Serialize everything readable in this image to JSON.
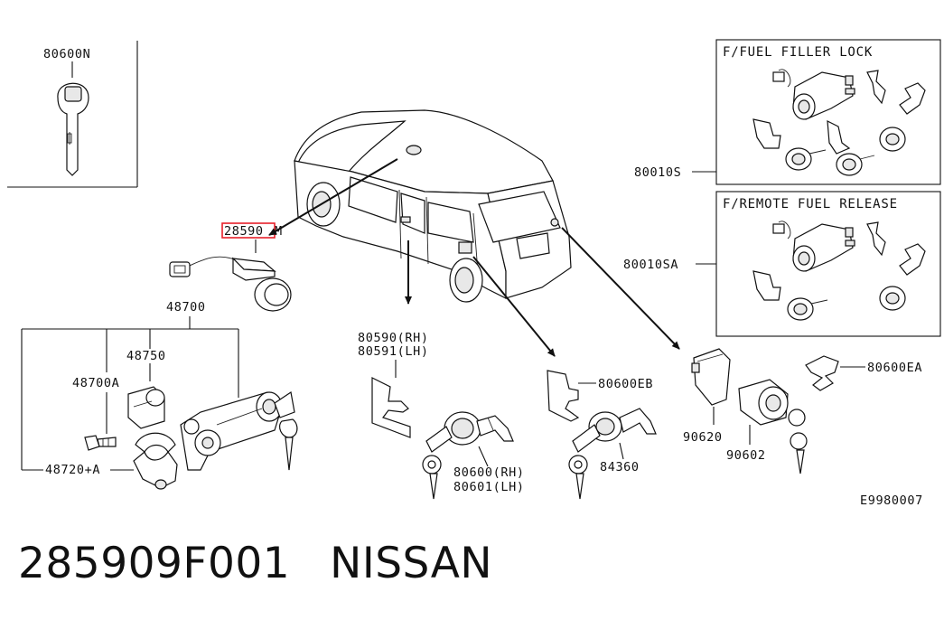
{
  "labels": {
    "key_top": "80600N",
    "highlight_code": "28590",
    "highlight_suffix": "M",
    "ignition_group": "48700",
    "part_48750": "48750",
    "part_48700A": "48700A",
    "part_48720A": "48720+A",
    "door_rh": "80590(RH)",
    "door_lh": "80591(LH)",
    "cyl_rh": "80600(RH)",
    "cyl_lh": "80601(LH)",
    "part_80600EB": "80600EB",
    "part_84360": "84360",
    "part_80600EA": "80600EA",
    "part_90620": "90620",
    "part_90602": "90602",
    "part_80010S": "80010S",
    "part_80010SA": "80010SA",
    "diagram_code": "E9980007"
  },
  "boxes": {
    "fuel_filler": "F/FUEL FILLER LOCK",
    "remote_fuel": "F/REMOTE FUEL RELEASE"
  },
  "footer": {
    "part_number": "285909F001",
    "brand": "NISSAN"
  },
  "colors": {
    "ink": "#111111",
    "highlight": "#e8202a",
    "background": "#ffffff"
  }
}
